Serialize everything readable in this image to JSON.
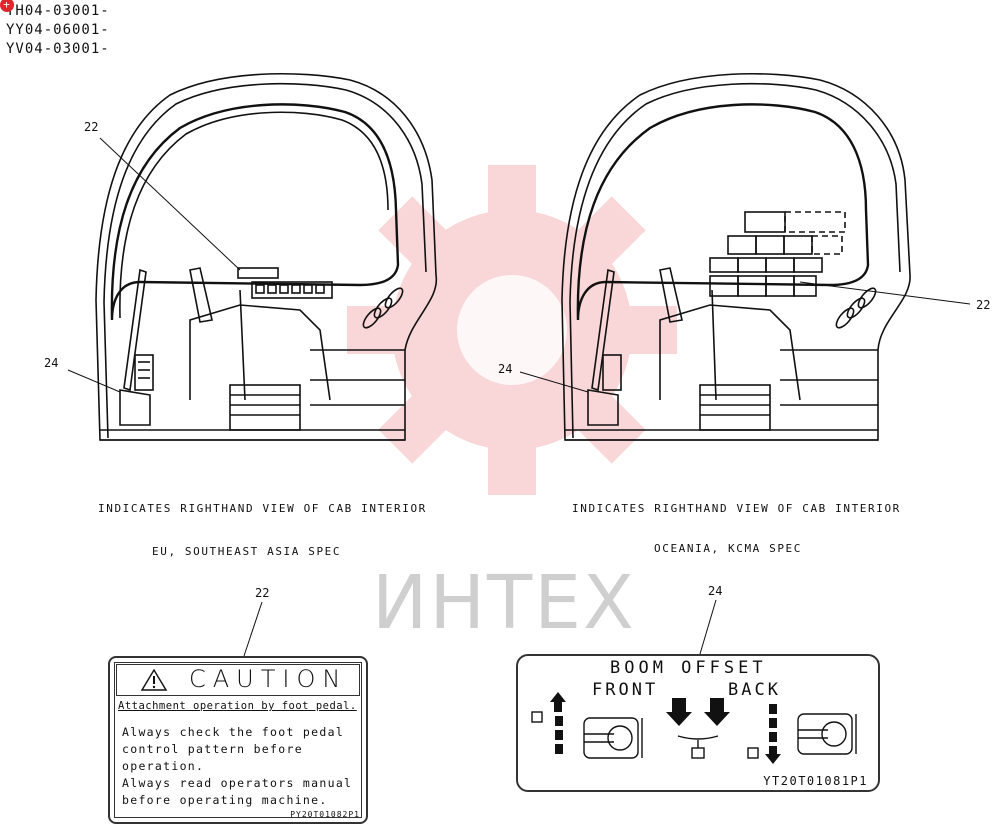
{
  "serials": [
    "YH04-03001-",
    "YY04-06001-",
    "YV04-03001-"
  ],
  "badge": "+",
  "left_view": {
    "callout_top": "22",
    "callout_side": "24",
    "caption": "INDICATES RIGHTHAND VIEW OF CAB INTERIOR",
    "spec": "EU, SOUTHEAST ASIA SPEC"
  },
  "right_view": {
    "callout_side": "24",
    "callout_right": "22",
    "caption": "INDICATES RIGHTHAND VIEW OF CAB INTERIOR",
    "spec": "OCEANIA, KCMA SPEC"
  },
  "label_22": {
    "number": "22",
    "title": "CAUTION",
    "subtitle": "Attachment operation by foot pedal.",
    "lines": [
      "Always check the foot pedal",
      "control pattern before",
      "operation.",
      "Always read operators manual",
      "before operating machine."
    ],
    "code": "PY20T01082P1"
  },
  "label_24": {
    "number": "24",
    "heading": "BOOM  OFFSET",
    "front": "FRONT",
    "back": "BACK",
    "code": "YT20T01081P1"
  },
  "watermark": "ИНТЕХ",
  "colors": {
    "line": "#111111",
    "watermark": "#e8474c",
    "badge": "#e0262d"
  }
}
